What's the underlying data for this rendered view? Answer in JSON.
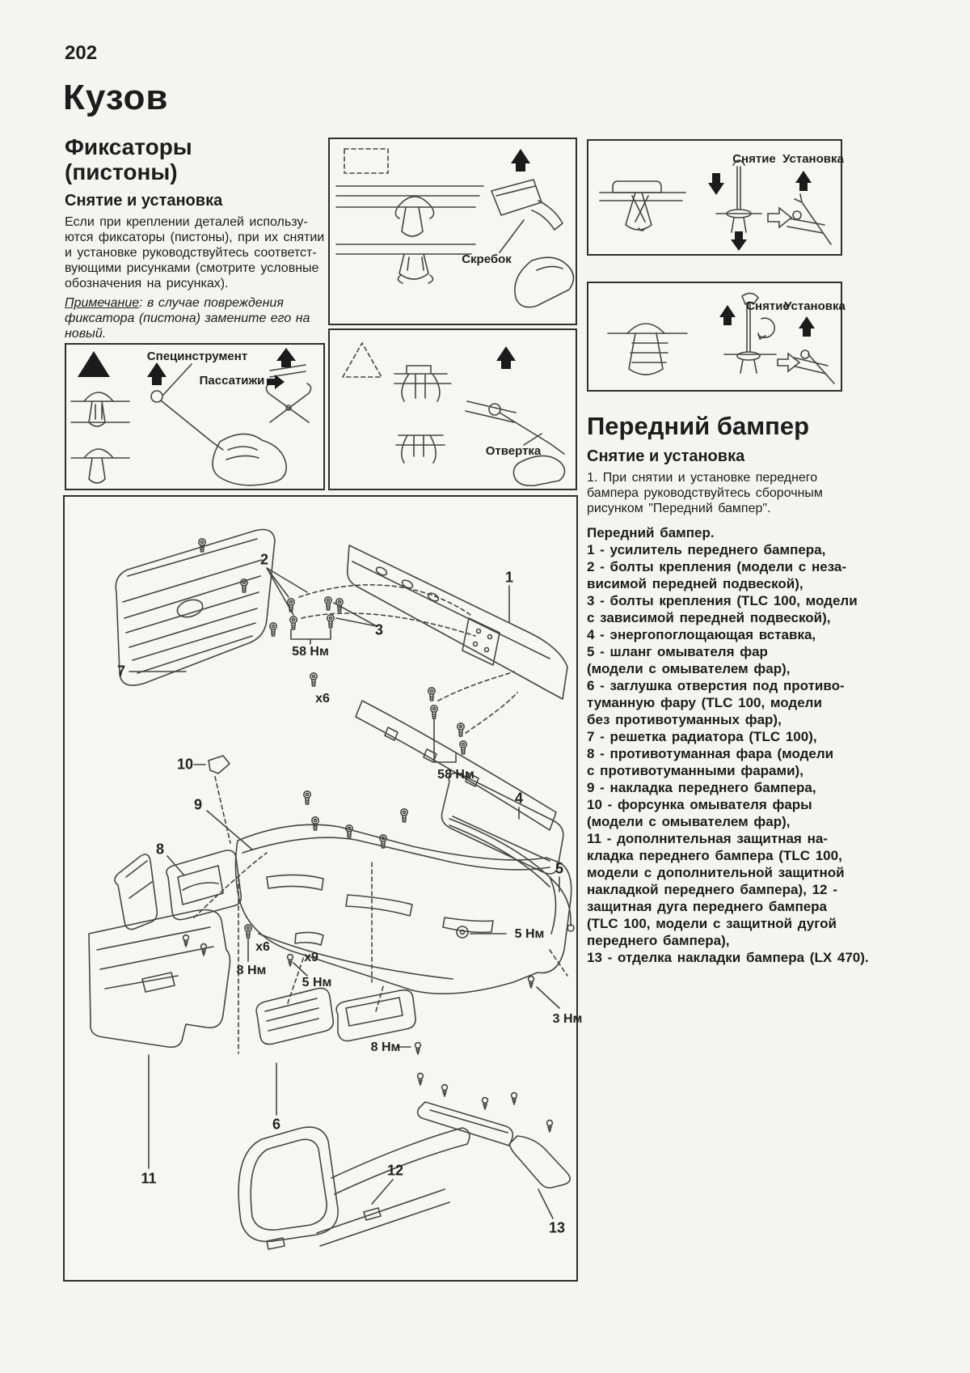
{
  "page": {
    "number": "202",
    "title": "Кузов"
  },
  "left": {
    "heading": "Фиксаторы\n(пистоны)",
    "subheading": "Снятие и установка",
    "body": "Если при креплении деталей использу-\nются фиксаторы (пистоны), при их снятии\nи установке руководствуйтесь соответст-\nвующими рисунками (смотрите условные\nобозначения на рисунках).",
    "note_label": "Примечание",
    "note_text": ": в случае повреждения фиксатора (пистона) замените его на новый."
  },
  "boxes": {
    "special_tool": "Специнструмент",
    "pliers": "Пассатижи",
    "scraper": "Скребок",
    "screwdriver": "Отвертка",
    "removal": "Снятие",
    "installation": "Установка"
  },
  "right": {
    "heading": "Передний бампер",
    "subheading": "Снятие и установка",
    "body": "1. При снятии и установке переднего\nбампера руководствуйтесь сборочным\nрисунком \"Передний бампер\".",
    "parts_list": "Передний бампер.\n1 - усилитель переднего бампера,\n2 - болты крепления (модели с неза-\nвисимой передней подвеской),\n3 - болты крепления (TLC 100, модели\nс зависимой передней подвеской),\n4 - энергопоглощающая вставка,\n5 - шланг омывателя фар\n(модели с омывателем фар),\n6 - заглушка отверстия под противо-\nтуманную фару (TLC 100, модели\nбез противотуманных фар),\n7 - решетка радиатора (TLC 100),\n8 - противотуманная фара (модели\nс противотуманными фарами),\n9 - накладка переднего бампера,\n10 - форсунка омывателя фары\n(модели с омывателем фар),\n11 - дополнительная защитная на-\nкладка переднего бампера (TLC 100,\nмодели с дополнительной защитной\nнакладкой переднего бампера), 12 -\nзащитная дуга переднего бампера\n(TLC 100, модели с защитной дугой\nпереднего бампера),\n13 - отделка накладки бампера (LX 470)."
  },
  "diagram": {
    "callouts": {
      "c1": "1",
      "c2": "2",
      "c3": "3",
      "c4": "4",
      "c5": "5",
      "c6": "6",
      "c7": "7",
      "c8": "8",
      "c9": "9",
      "c10": "10",
      "c11": "11",
      "c12": "12",
      "c13": "13",
      "t58a": "58 Нм",
      "t58b": "58 Нм",
      "t5a": "5 Нм",
      "t5b": "5 Нм",
      "t8a": "8 Нм",
      "t8b": "8 Нм",
      "t3": "3 Нм",
      "x6a": "х6",
      "x6b": "х6",
      "x9": "х9"
    }
  }
}
